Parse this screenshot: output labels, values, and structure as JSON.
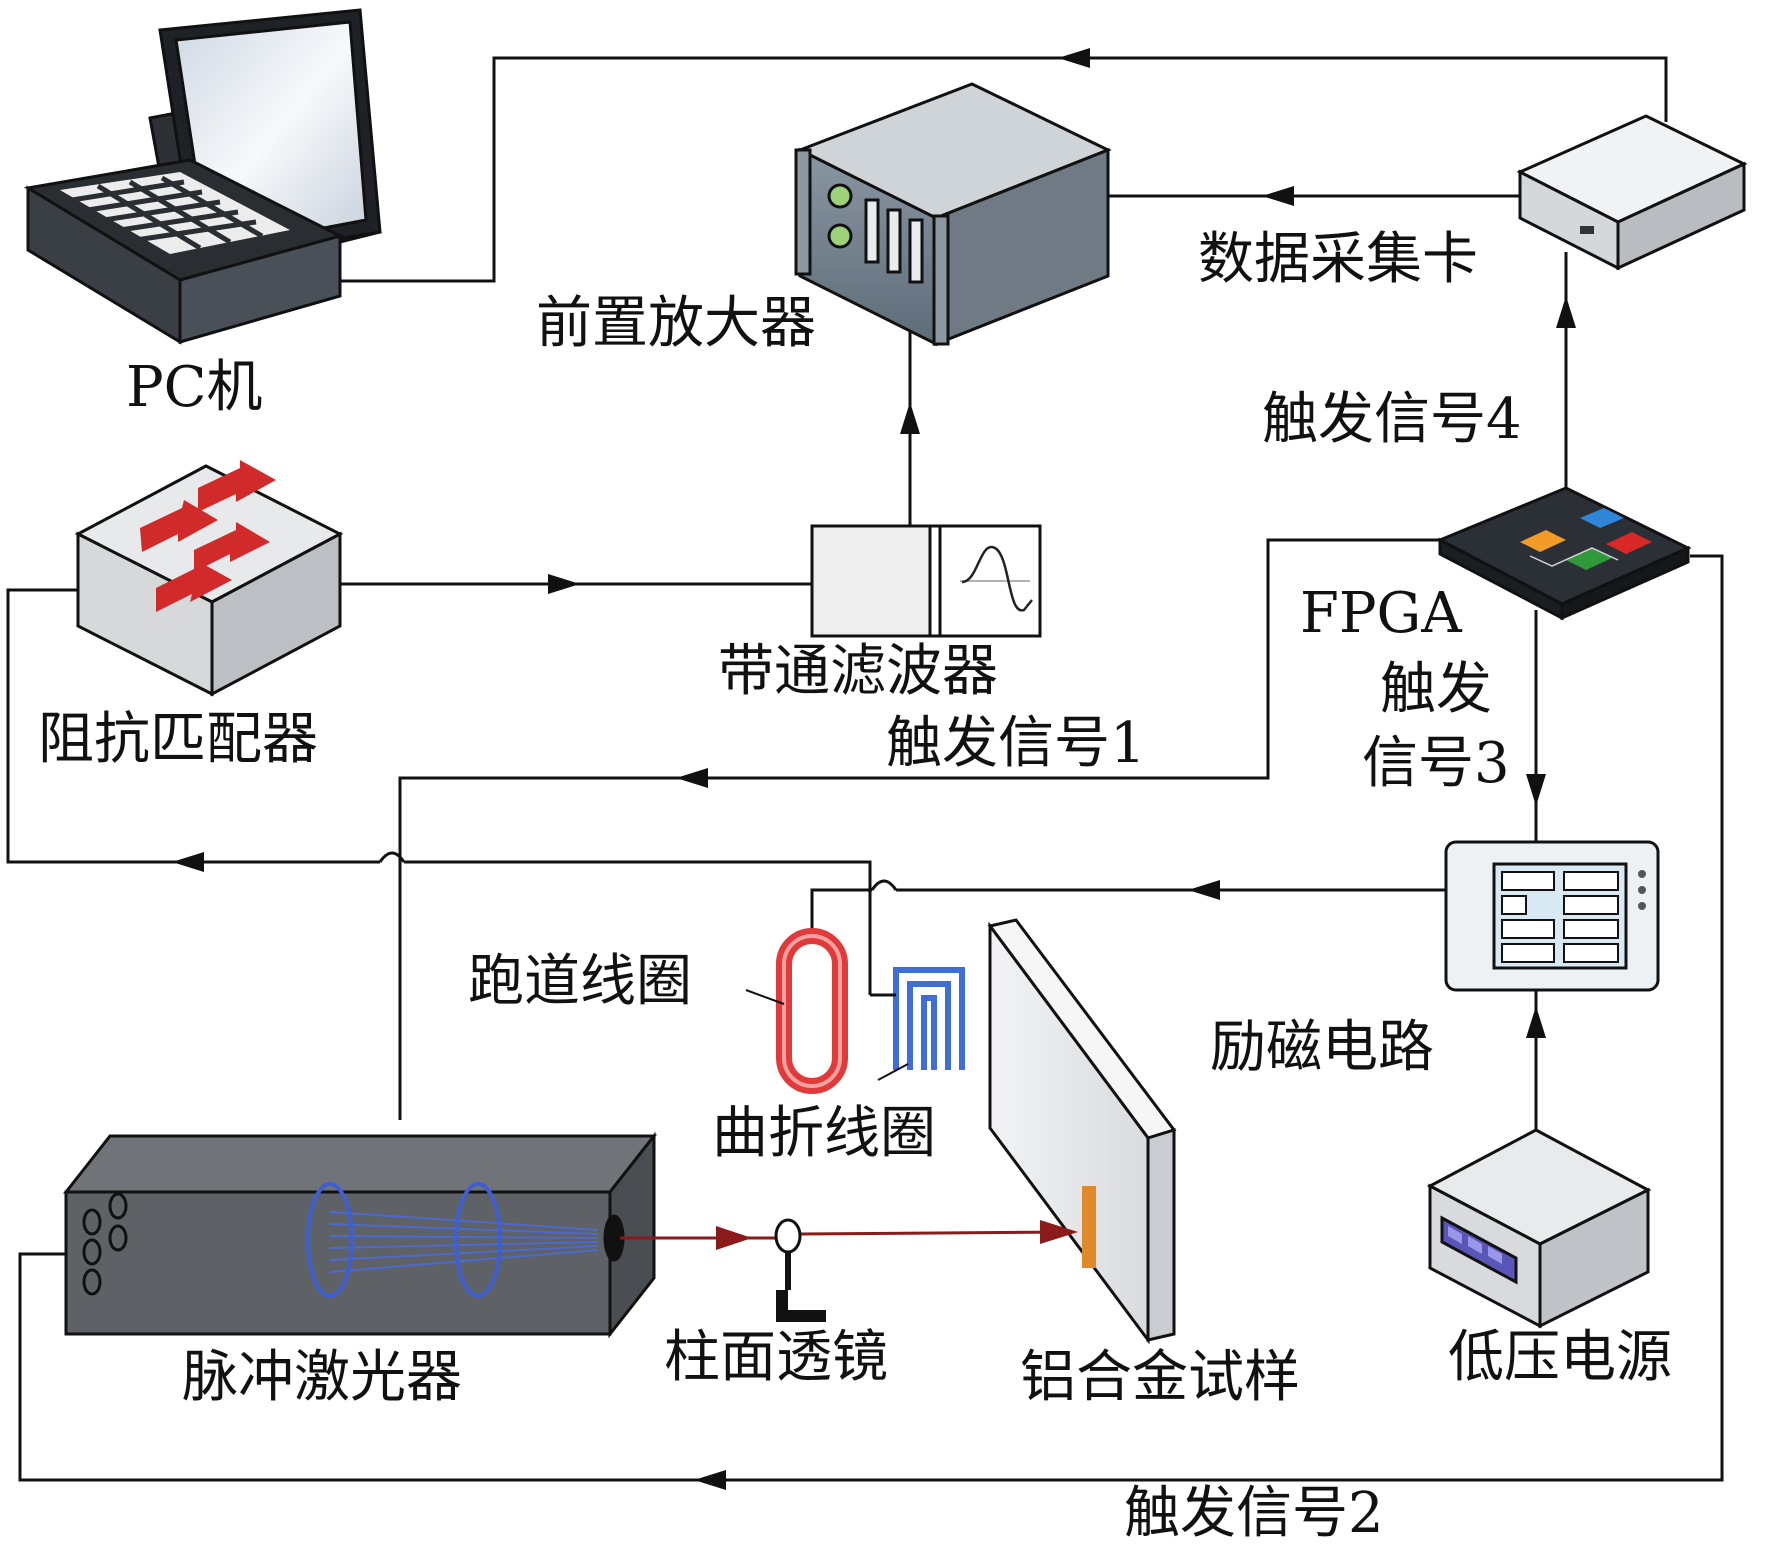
{
  "labels": {
    "pc": "PC机",
    "preamp": "前置放大器",
    "daq": "数据采集卡",
    "trigger4": "触发信号4",
    "impedance_matcher": "阻抗匹配器",
    "bandpass_filter": "带通滤波器",
    "trigger1": "触发信号1",
    "fpga": "FPGA",
    "trigger3_line1": "触发",
    "trigger3_line2": "信号3",
    "racetrack_coil": "跑道线圈",
    "excitation_circuit": "励磁电路",
    "meander_coil": "曲折线圈",
    "pulsed_laser": "脉冲激光器",
    "cylindrical_lens": "柱面透镜",
    "aluminum_sample": "铝合金试样",
    "low_voltage_supply": "低压电源",
    "trigger2": "触发信号2"
  },
  "colors": {
    "wire": "#111111",
    "laser_beam": "#8b1a1a",
    "racetrack_coil": "#e03a3a",
    "meander_coil": "#3f6fd6",
    "sample_spot": "#e08a2a"
  },
  "icons": {
    "pc": "laptop-icon",
    "preamp": "rack-server-icon",
    "daq": "daq-card-icon",
    "impedance_matcher": "network-switch-icon",
    "bandpass_filter": "sine-filter-icon",
    "fpga": "chip-icon",
    "excitation_circuit": "circuit-panel-icon",
    "pulsed_laser": "laser-box-icon",
    "cylindrical_lens": "lens-icon",
    "aluminum_sample": "plate-icon",
    "low_voltage_supply": "power-supply-icon"
  }
}
